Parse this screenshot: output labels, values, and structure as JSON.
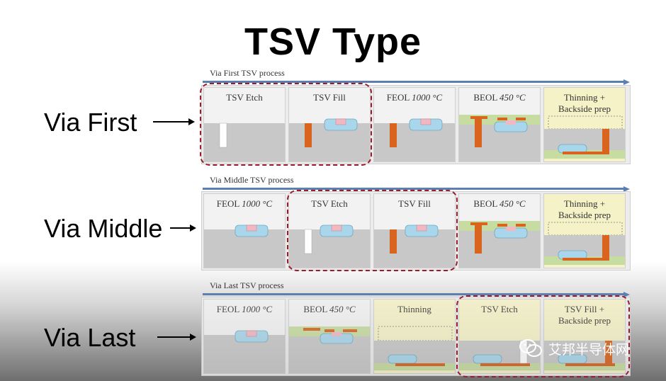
{
  "title": "TSV Type",
  "rows": [
    {
      "label": "Via First",
      "process": "Via First TSV process",
      "panels": [
        {
          "line1": "TSV Etch",
          "line2": "",
          "temp": ""
        },
        {
          "line1": "TSV Fill",
          "line2": "",
          "temp": ""
        },
        {
          "line1": "FEOL ",
          "line2": "",
          "temp": "1000 °C"
        },
        {
          "line1": "BEOL ",
          "line2": "",
          "temp": "450 °C"
        },
        {
          "line1": "Thinning +",
          "line2": "Backside prep",
          "temp": ""
        }
      ]
    },
    {
      "label": "Via Middle",
      "process": "Via Middle TSV process",
      "panels": [
        {
          "line1": "FEOL ",
          "line2": "",
          "temp": "1000 °C"
        },
        {
          "line1": "TSV Etch",
          "line2": "",
          "temp": ""
        },
        {
          "line1": "TSV Fill",
          "line2": "",
          "temp": ""
        },
        {
          "line1": "BEOL ",
          "line2": "",
          "temp": "450 °C"
        },
        {
          "line1": "Thinning +",
          "line2": "Backside prep",
          "temp": ""
        }
      ]
    },
    {
      "label": "Via Last",
      "process": "Via Last TSV process",
      "panels": [
        {
          "line1": "FEOL ",
          "line2": "",
          "temp": "1000 °C"
        },
        {
          "line1": "BEOL ",
          "line2": "",
          "temp": "450 °C"
        },
        {
          "line1": "Thinning",
          "line2": "",
          "temp": ""
        },
        {
          "line1": "TSV Etch",
          "line2": "",
          "temp": ""
        },
        {
          "line1": "TSV Fill +",
          "line2": "Backside prep",
          "temp": ""
        }
      ]
    }
  ],
  "watermark": {
    "text": "艾邦半导体网",
    "icon": "wechat-icon"
  },
  "colors": {
    "highlight": "#9b1b2a",
    "timeline": "#5a7fb0",
    "copper": "#d9641e",
    "silicon": "#c8c8c8",
    "device": "#a9d6ea",
    "gate": "#f1b8c4",
    "beol_layer": "#c7dca0",
    "thinning_panel": "#f6f2c8"
  }
}
